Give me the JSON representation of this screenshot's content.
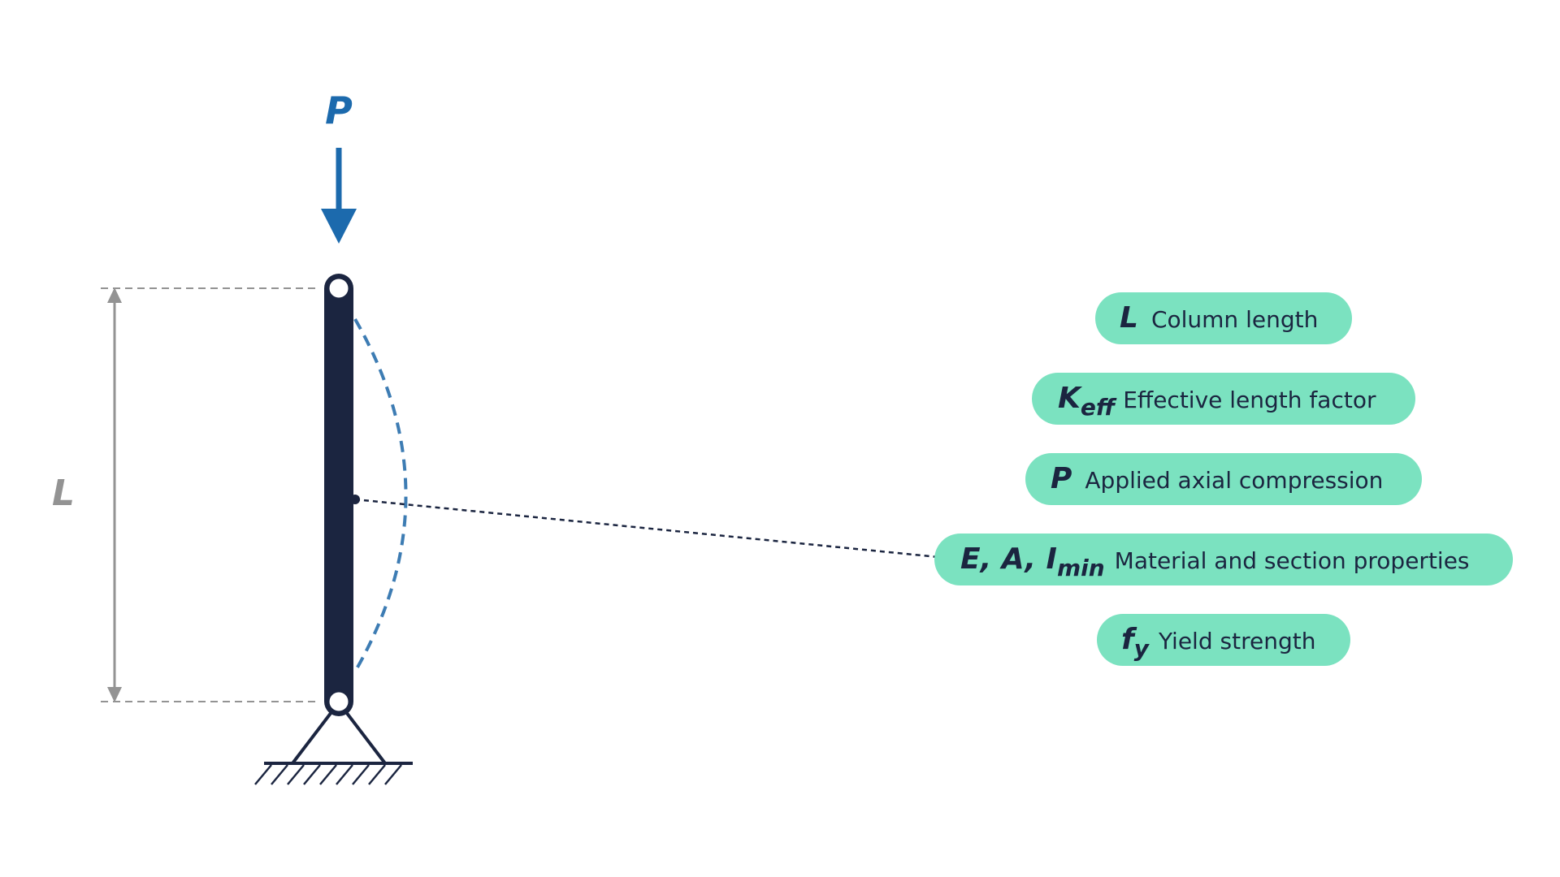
{
  "colors": {
    "column": "#1b2540",
    "load": "#1c6aad",
    "buckled": "#3d7cb3",
    "dimension": "#939393",
    "pill": "#7be2c0",
    "text": "#1b2540",
    "leader": "#1b2540"
  },
  "load": {
    "symbol": "P"
  },
  "dimension": {
    "symbol": "L"
  },
  "parameters": [
    {
      "id": "L",
      "symbol": "L",
      "sub": "",
      "description": "Column length"
    },
    {
      "id": "Keff",
      "symbol": "K",
      "sub": "eff",
      "description": "Effective length factor"
    },
    {
      "id": "P",
      "symbol": "P",
      "sub": "",
      "description": "Applied axial compression"
    },
    {
      "id": "EAI",
      "symbol": "E, A, I",
      "sub": "min",
      "description": "Material and section properties"
    },
    {
      "id": "fy",
      "symbol": "f",
      "sub": "y",
      "description": "Yield strength"
    }
  ]
}
